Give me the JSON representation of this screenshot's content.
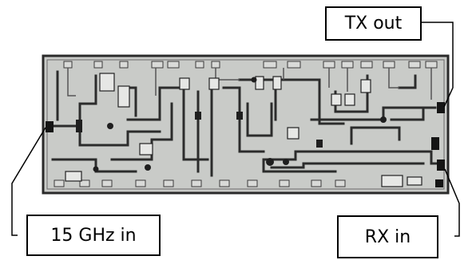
{
  "labels": {
    "tx_out": "TX out",
    "rx_in": "RX in",
    "ghz_in": "15 GHz in"
  },
  "colors": {
    "substrate": "#c9cbc8",
    "board_border": "#2a2a2a",
    "trace": "#2c2c2c",
    "pad": "#151515",
    "line": "#000000"
  }
}
